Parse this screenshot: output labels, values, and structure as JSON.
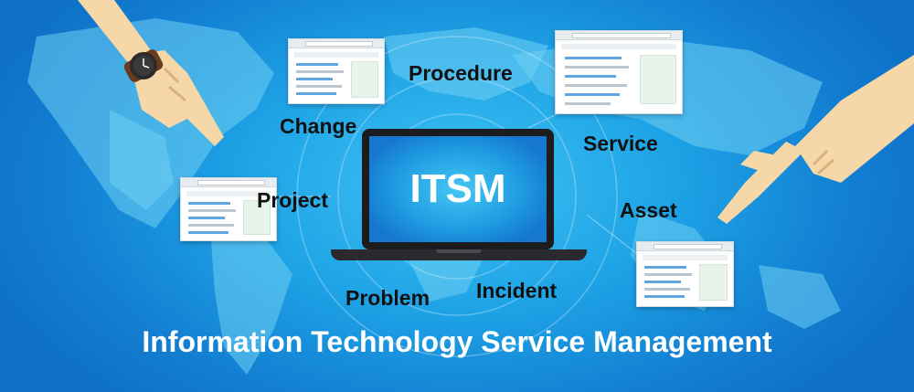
{
  "center": {
    "title": "ITSM"
  },
  "labels": {
    "procedure": "Procedure",
    "change": "Change",
    "service": "Service",
    "project": "Project",
    "asset": "Asset",
    "problem": "Problem",
    "incident": "Incident"
  },
  "footer": {
    "title": "Information Technology Service Management"
  },
  "colors": {
    "background": "#1ea3e6",
    "label_text": "#111111",
    "title_text": "#ffffff",
    "accent": "#3a8fd9"
  }
}
